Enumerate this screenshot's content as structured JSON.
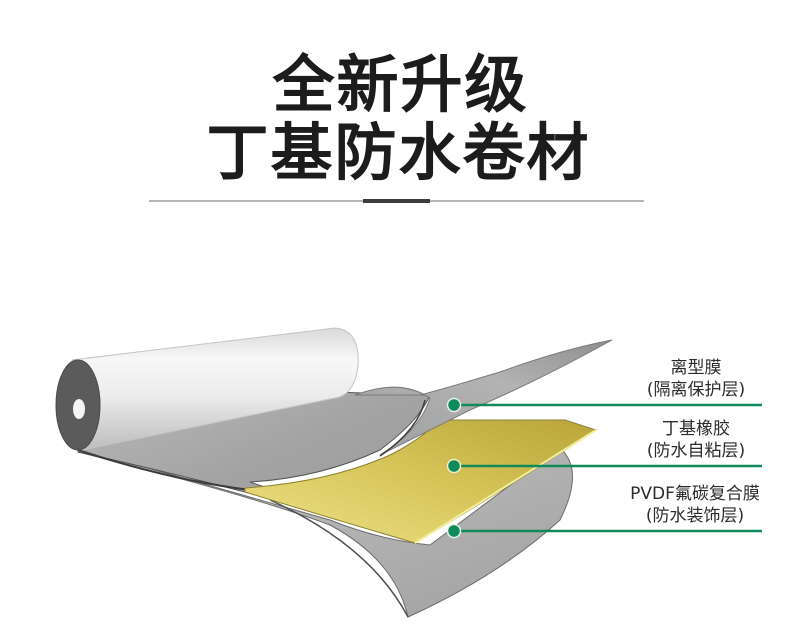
{
  "header": {
    "title_line_1": "全新升级",
    "title_line_2": "丁基防水卷材"
  },
  "colors": {
    "title_text": "#1c1c1c",
    "divider": "#b5b5b5",
    "divider_accent": "#3d3d3d",
    "callout_green": "#0f8a5a",
    "gray_layer": "#a6a6a6",
    "butyl_yellow": "#d8c957",
    "roll_end": "#5a5a5a"
  },
  "layers": [
    {
      "name": "离型膜",
      "description": "(隔离保护层)"
    },
    {
      "name": "丁基橡胶",
      "description": "(防水自粘层)"
    },
    {
      "name": "PVDF氟碳复合膜",
      "description": "(防水装饰层)"
    }
  ]
}
